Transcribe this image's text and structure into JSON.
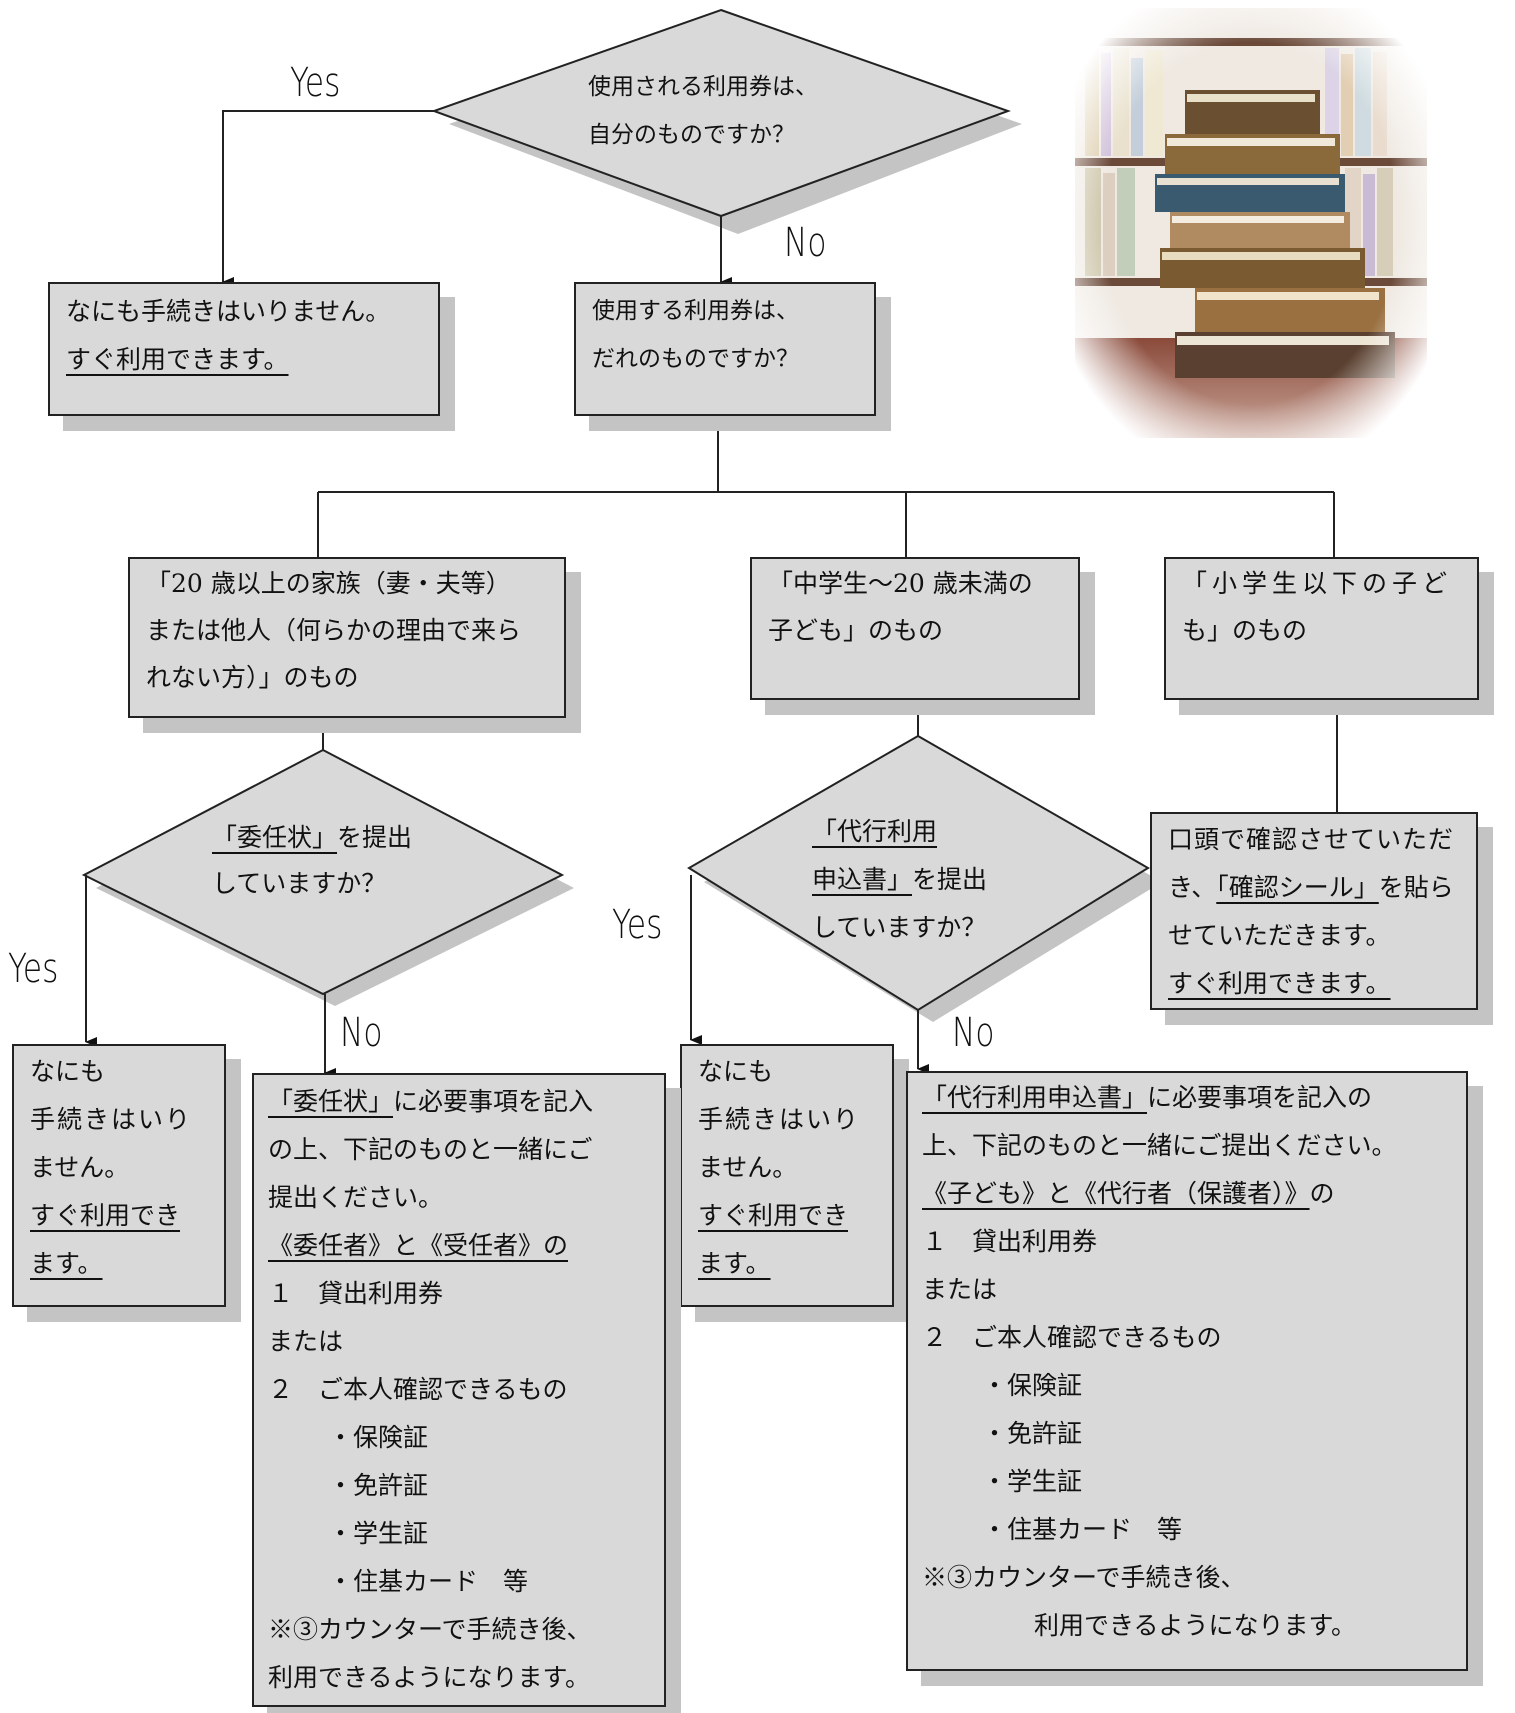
{
  "labels": {
    "yes": "Yes",
    "no": "No"
  },
  "q1": {
    "line1": "使用される利用券は、",
    "line2": "自分のものですか？"
  },
  "own_card": {
    "line1": "なにも手続きはいりません。",
    "line2": "すぐ利用できます。"
  },
  "whose": {
    "line1": "使用する利用券は、",
    "line2": "だれのものですか？"
  },
  "adult": {
    "line1": "「20 歳以上の家族（妻・夫等）",
    "line2": "または他人（何らかの理由で来ら",
    "line3": "れない方）」のもの"
  },
  "teen": {
    "line1": "「中学生～20 歳未満の",
    "line2": "子ども」のもの"
  },
  "child": {
    "line1": "「小学生以下の子ど",
    "line2": "も」のもの"
  },
  "q_proxy_letter": {
    "term": "「委任状」",
    "line1_rest": "を提出",
    "line2": "していますか？"
  },
  "q_agent_form": {
    "line1": "「代行利用",
    "line2_term": "申込書」",
    "line2_rest": "を提出",
    "line3": "していますか？"
  },
  "child_result": {
    "line1": "口頭で確認させていただ",
    "line2_pre": "き、",
    "line2_term": "「確認シール」",
    "line2_post": "を貼ら",
    "line3": "せていただきます。",
    "line4": "すぐ利用できます。"
  },
  "adult_yes": {
    "line1": "なにも",
    "line2": "手続きはいり",
    "line3": "ません。",
    "line4": "すぐ利用でき",
    "line5": "ます。"
  },
  "teen_yes": {
    "line1": "なにも",
    "line2": "手続きはいり",
    "line3": "ません。",
    "line4": "すぐ利用でき",
    "line5": "ます。"
  },
  "adult_no": {
    "line1_term": "「委任状」",
    "line1_rest": "に必要事項を記入",
    "line2": "の上、下記のものと一緒にご",
    "line3": "提出ください。",
    "line4": "《委任者》と《受任者》の",
    "item1": "１　貸出利用券",
    "or": "または",
    "item2": "２　ご本人確認できるもの",
    "sub1": "・保険証",
    "sub2": "・免許証",
    "sub3": "・学生証",
    "sub4": "・住基カード　等",
    "note1": "※③カウンターで手続き後、",
    "note2": "利用できるようになります。"
  },
  "teen_no": {
    "line1_term": "「代行利用申込書」",
    "line1_rest": "に必要事項を記入の",
    "line2": "上、下記のものと一緒にご提出ください。",
    "line3_term": "《子ども》と《代行者（保護者）》",
    "line3_rest": "の",
    "item1": "１　貸出利用券",
    "or": "または",
    "item2": "２　ご本人確認できるもの",
    "sub1": "・保険証",
    "sub2": "・免許証",
    "sub3": "・学生証",
    "sub4": "・住基カード　等",
    "note1": "※③カウンターで手続き後、",
    "note2": "利用できるようになります。"
  }
}
